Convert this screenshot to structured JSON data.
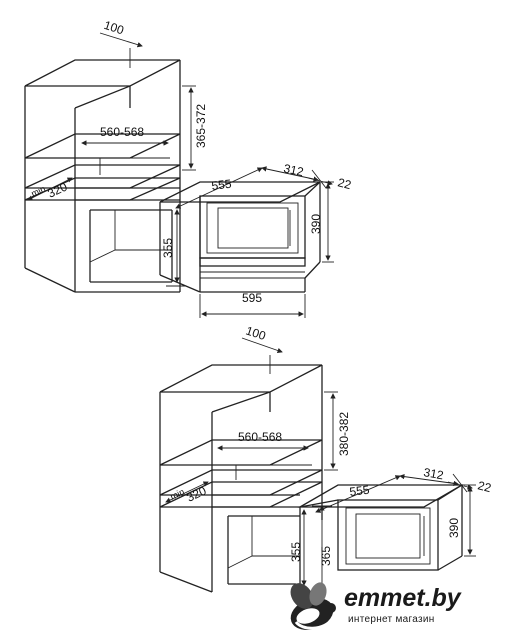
{
  "diagram_top": {
    "top_offset": "100",
    "niche_width": "560-568",
    "niche_height": "365-372",
    "min_depth_prefix": "min",
    "min_depth": "320",
    "appliance_width": "555",
    "appliance_depth": "312",
    "front_depth": "22",
    "appliance_height": "390",
    "front_height": "355",
    "front_width": "595"
  },
  "diagram_bottom": {
    "top_offset": "100",
    "niche_width": "560-568",
    "niche_height": "380-382",
    "min_depth_prefix": "min",
    "min_depth": "320",
    "appliance_width": "555",
    "appliance_depth": "312",
    "front_depth": "22",
    "appliance_height": "390",
    "front_height_a": "355",
    "front_height_b": "365"
  },
  "watermark": {
    "brand": "emmet.by",
    "tagline": "интернет магазин",
    "icon": "bee-icon"
  }
}
